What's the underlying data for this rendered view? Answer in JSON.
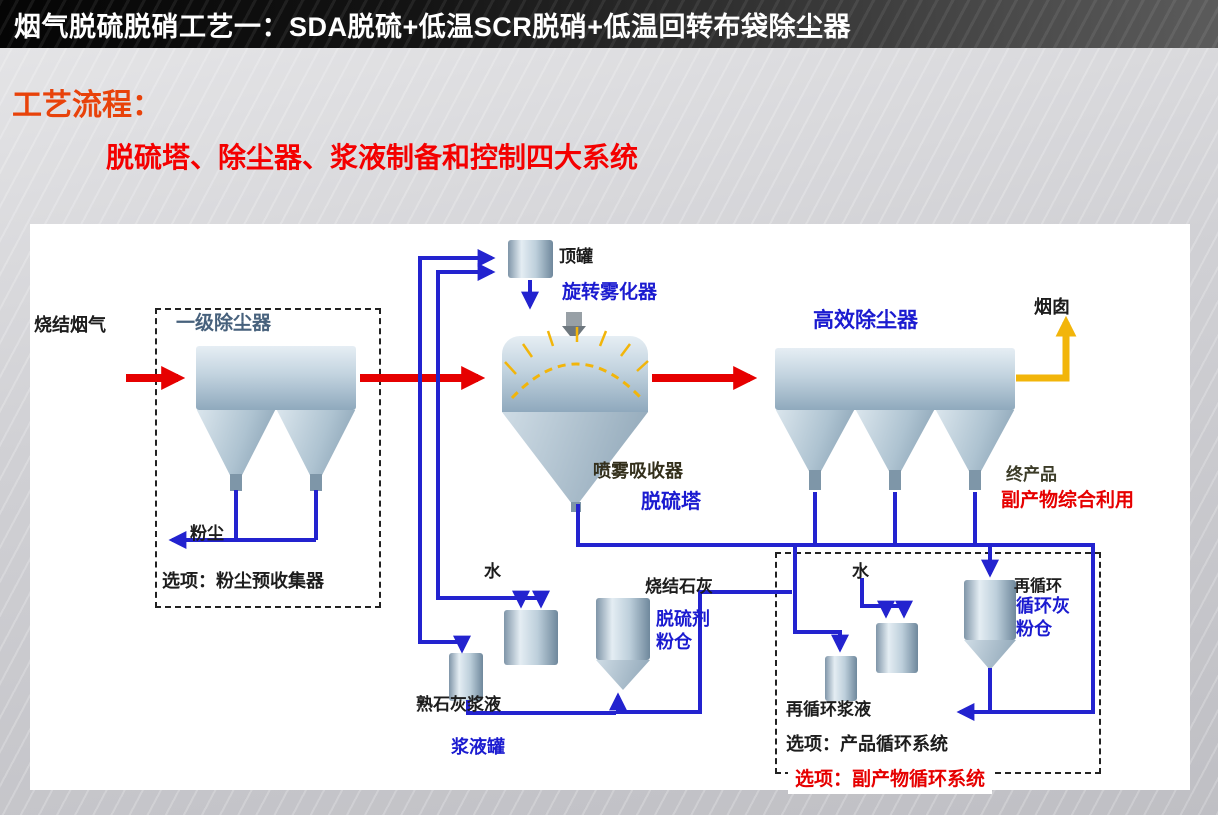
{
  "header": {
    "title": "烟气脱硫脱硝工艺一：SDA脱硫+低温SCR脱硝+低温回转布袋除尘器"
  },
  "intro": {
    "heading": "工艺流程：",
    "subheading": "脱硫塔、除尘器、浆液制备和控制四大系统"
  },
  "diagram": {
    "labels": {
      "sinter_gas": "烧结烟气",
      "primary_collector": "一级除尘器",
      "top_tank": "顶罐",
      "rotary_atomizer": "旋转雾化器",
      "spray_absorber": "喷雾吸收器",
      "desulf_tower": "脱硫塔",
      "high_eff_collector": "高效除尘器",
      "chimney": "烟囱",
      "final_product": "终产品",
      "byproduct_use": "副产物综合利用",
      "dust": "粉尘",
      "option_dust_precollector": "选项：粉尘预收集器",
      "water_left": "水",
      "sinter_lime": "烧结石灰",
      "desulf_silo": "脱硫剂\n粉仓",
      "slaked_lime_slurry": "熟石灰浆液",
      "slurry_tank": "浆液罐",
      "water_right": "水",
      "recycle": "再循环",
      "cycle_ash_silo": "循环灰\n粉仓",
      "recycle_slurry": "再循环浆液",
      "option_product_cycle": "选项：产品循环系统",
      "option_byproduct_cycle": "选项：副产物循环系统"
    },
    "colors": {
      "heading_orange": "#e8420a",
      "subheading_red": "#f40000",
      "label_blue": "#1b1bd0",
      "pipe_blue": "#2323cf",
      "arrow_red": "#e60000",
      "arrow_yellow": "#f2b50a"
    }
  }
}
